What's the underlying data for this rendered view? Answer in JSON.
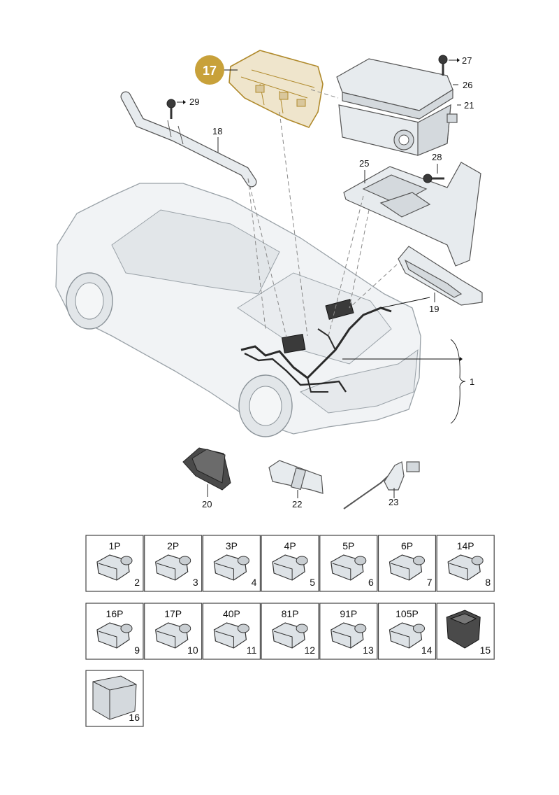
{
  "highlight": {
    "label": "17",
    "color": "#c8a13a"
  },
  "callouts": {
    "c1": "1",
    "c18": "18",
    "c19": "19",
    "c20": "20",
    "c21": "21",
    "c22": "22",
    "c23": "23",
    "c25": "25",
    "c26": "26",
    "c27": "27",
    "c28": "28",
    "c29": "29"
  },
  "connectors": [
    {
      "code": "1P",
      "num": "2"
    },
    {
      "code": "2P",
      "num": "3"
    },
    {
      "code": "3P",
      "num": "4"
    },
    {
      "code": "4P",
      "num": "5"
    },
    {
      "code": "5P",
      "num": "6"
    },
    {
      "code": "6P",
      "num": "7"
    },
    {
      "code": "14P",
      "num": "8"
    },
    {
      "code": "16P",
      "num": "9"
    },
    {
      "code": "17P",
      "num": "10"
    },
    {
      "code": "40P",
      "num": "11"
    },
    {
      "code": "81P",
      "num": "12"
    },
    {
      "code": "91P",
      "num": "13"
    },
    {
      "code": "105P",
      "num": "14"
    },
    {
      "code": "",
      "num": "15"
    },
    {
      "code": "",
      "num": "16"
    }
  ]
}
